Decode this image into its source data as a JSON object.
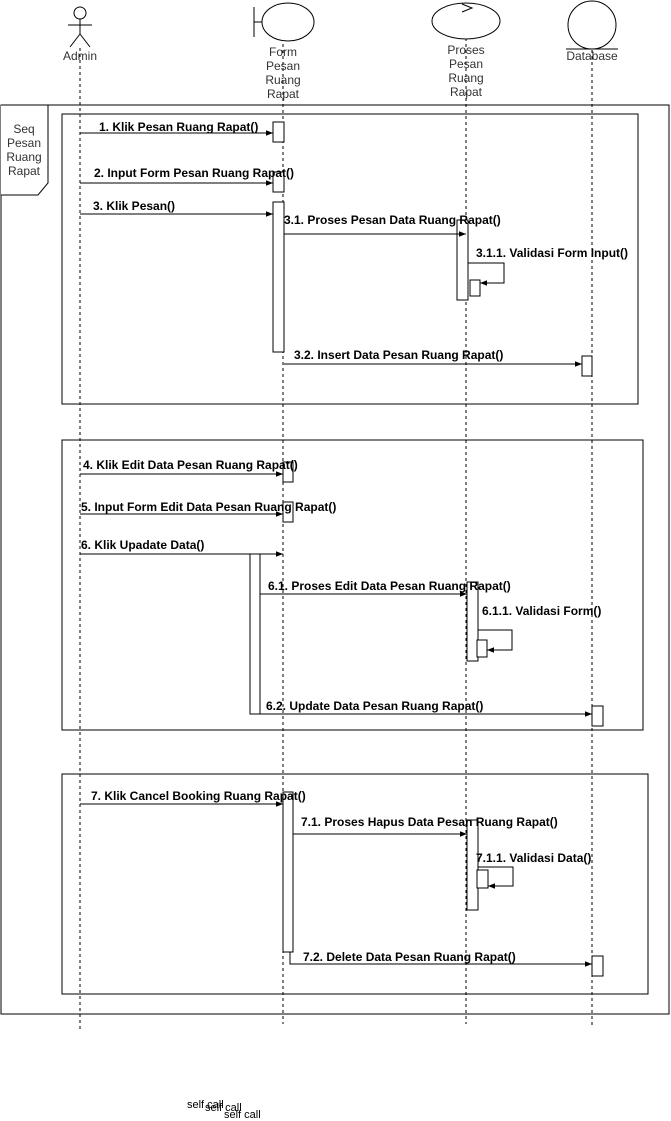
{
  "participants": {
    "admin": "Admin",
    "form": [
      "Form",
      "Pesan",
      "Ruang",
      "Rapat"
    ],
    "proses": [
      "Proses",
      "Pesan",
      "Ruang",
      "Rapat"
    ],
    "database": "Database"
  },
  "frame": {
    "label": [
      "Seq",
      "Pesan",
      "Ruang",
      "Rapat"
    ]
  },
  "messages": {
    "m1": "1. Klik Pesan Ruang Rapat()",
    "m2": "2. Input Form Pesan Ruang Rapat()",
    "m3": "3. Klik Pesan()",
    "m31": "3.1. Proses Pesan Data Ruang Rapat()",
    "m311": "3.1.1. Validasi Form Input()",
    "m32": "3.2. Insert Data Pesan Ruang Rapat()",
    "m4": "4. Klik Edit Data Pesan Ruang Rapat()",
    "m5": "5. Input Form Edit Data Pesan Ruang Rapat()",
    "m6": "6. Klik Upadate Data()",
    "m61": "6.1. Proses Edit Data Pesan Ruang Rapat()",
    "m611": "6.1.1. Validasi Form()",
    "m62": "6.2. Update Data Pesan Ruang Rapat()",
    "m7": "7. Klik Cancel Booking Ruang Rapat()",
    "m71": "7.1. Proses Hapus Data Pesan Ruang Rapat()",
    "m711": "7.1.1. Validasi Data()",
    "m72": "7.2. Delete Data Pesan Ruang Rapat()"
  },
  "notes": {
    "self1": "self call",
    "self2": "self call",
    "self3": "self call"
  }
}
